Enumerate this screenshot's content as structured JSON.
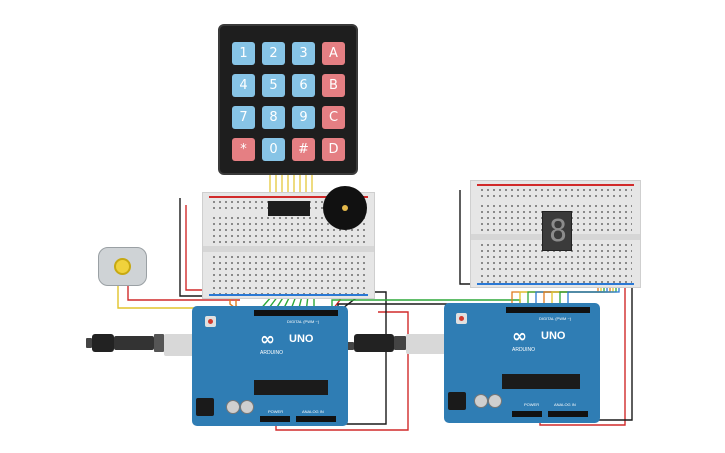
{
  "keypad": {
    "keys": [
      "1",
      "2",
      "3",
      "A",
      "4",
      "5",
      "6",
      "B",
      "7",
      "8",
      "9",
      "C",
      "*",
      "0",
      "#",
      "D"
    ]
  },
  "arduinos": [
    {
      "model": "UNO",
      "brand": "ARDUINO",
      "digital_label": "DIGITAL (PWM ~)",
      "power_label": "POWER",
      "analog_label": "ANALOG IN"
    },
    {
      "model": "UNO",
      "brand": "ARDUINO",
      "digital_label": "DIGITAL (PWM ~)",
      "power_label": "POWER",
      "analog_label": "ANALOG IN"
    }
  ],
  "display": {
    "digit": "8"
  },
  "colors": {
    "wire_red": "#d12a2a",
    "wire_black": "#1a1a1a",
    "wire_green": "#2ea83a",
    "wire_orange": "#e07a1e",
    "wire_yellow": "#e2c32a",
    "wire_blue": "#2a78d4",
    "board_blue": "#2f7db4"
  }
}
